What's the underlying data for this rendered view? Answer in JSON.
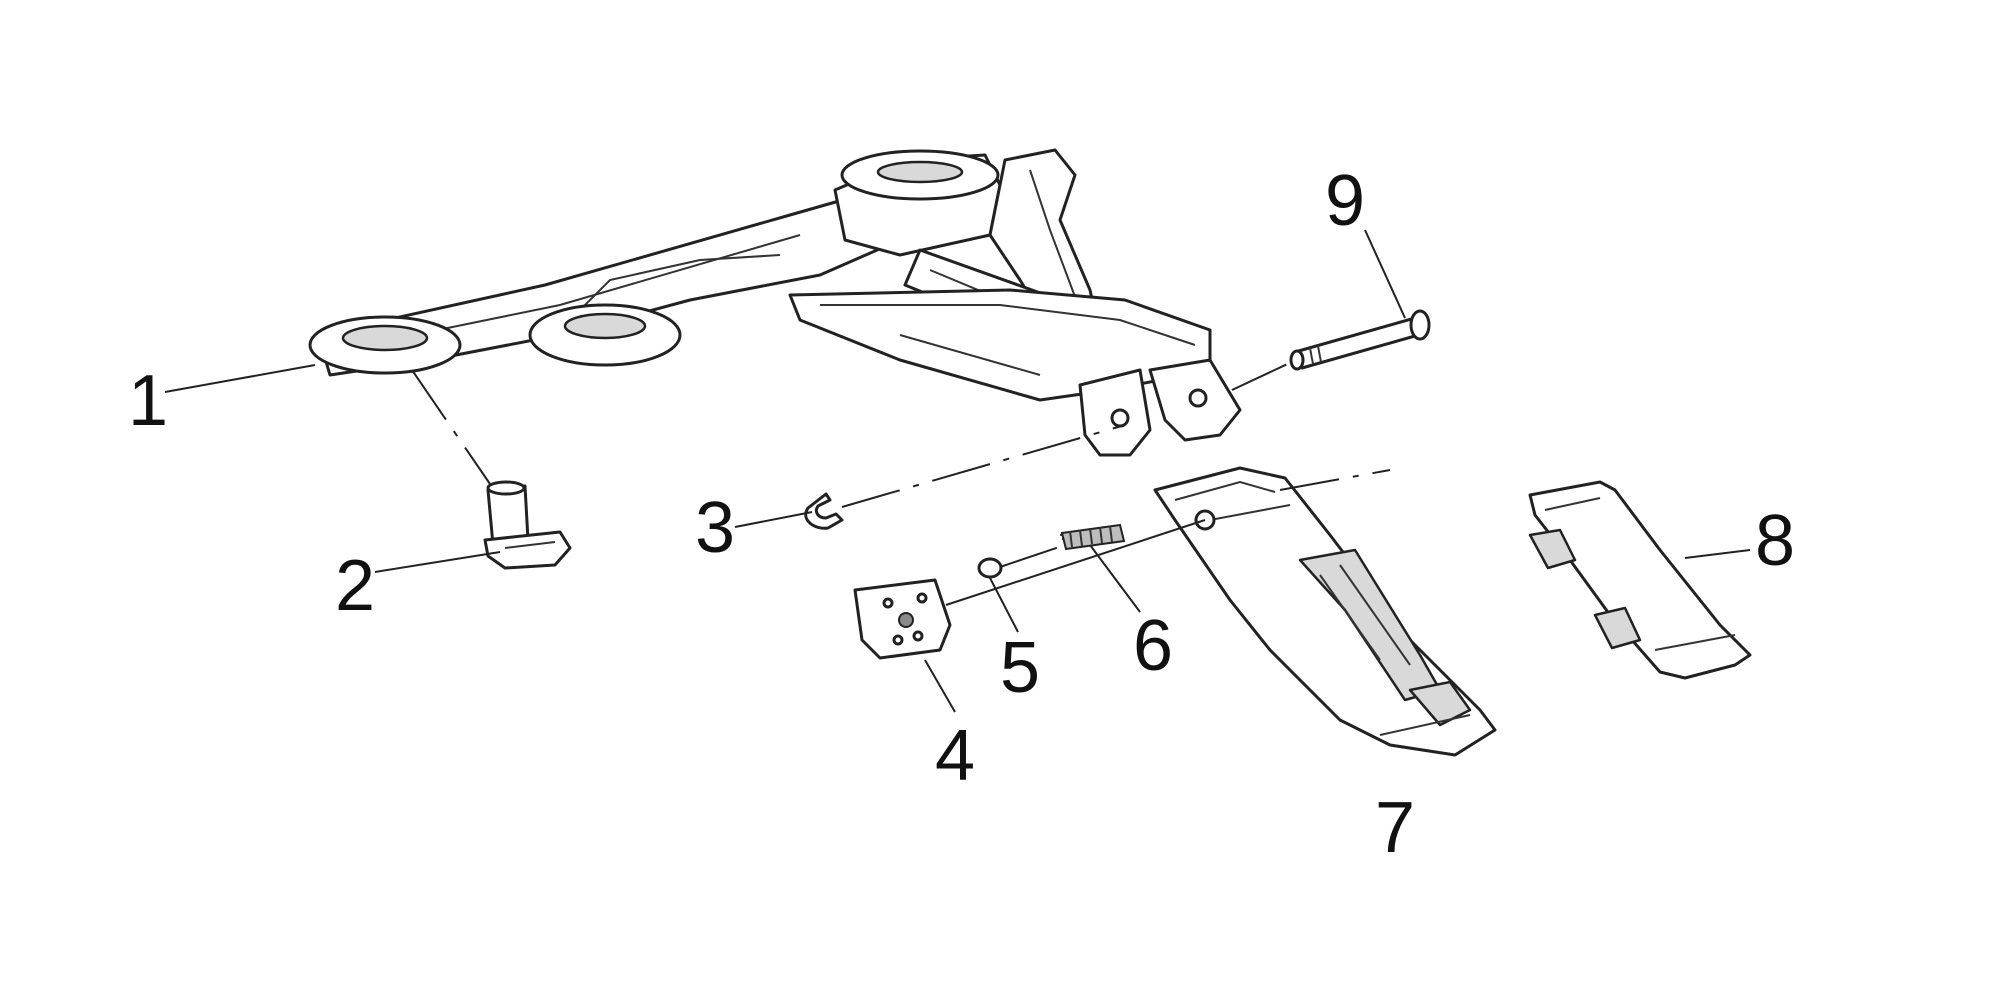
{
  "diagram": {
    "type": "exploded-parts-view",
    "callouts": [
      {
        "id": "1",
        "text": "1"
      },
      {
        "id": "2",
        "text": "2"
      },
      {
        "id": "3",
        "text": "3"
      },
      {
        "id": "4",
        "text": "4"
      },
      {
        "id": "5",
        "text": "5"
      },
      {
        "id": "6",
        "text": "6"
      },
      {
        "id": "7",
        "text": "7"
      },
      {
        "id": "8",
        "text": "8"
      },
      {
        "id": "9",
        "text": "9"
      }
    ],
    "colors": {
      "line": "#222222",
      "fill": "#ffffff",
      "shade": "#d9d9d9",
      "background": "#ffffff"
    }
  }
}
